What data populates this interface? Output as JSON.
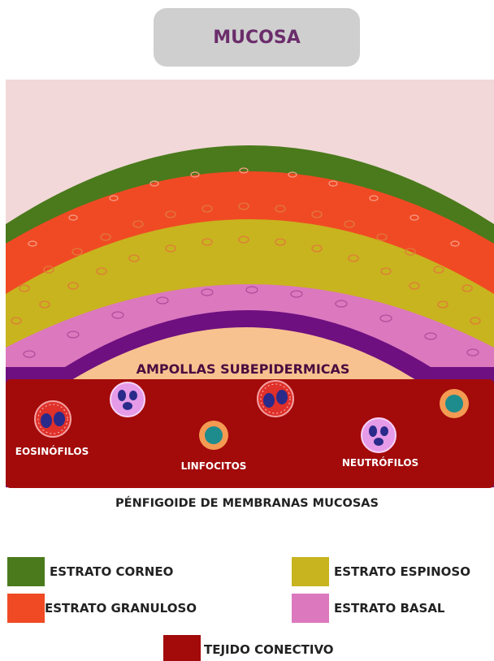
{
  "title": "MUCOSA",
  "blister_label": "AMPOLLAS SUBEPIDERMICAS",
  "cells": {
    "eosinophils": "EOSINÓFILOS",
    "lymphocytes": "LINFOCITOS",
    "neutrophils": "NEUTRÓFILOS"
  },
  "caption": "PÉNFIGOIDE DE MEMBRANAS MUCOSAS",
  "legend": [
    {
      "label": "ESTRATO CORNEO",
      "color": "#4a7a1c"
    },
    {
      "label": "ESTRATO ESPINOSO",
      "color": "#c8b41e"
    },
    {
      "label": "ESTRATO GRANULOSO",
      "color": "#f04a24"
    },
    {
      "label": "ESTRATO BASAL",
      "color": "#dc78be"
    },
    {
      "label": "TEJIDO CONECTIVO",
      "color": "#a30a0a"
    }
  ],
  "colors": {
    "background": "#f2d8d8",
    "basement_membrane": "#6e1080",
    "blister": "#f7c28f",
    "connective": "#a30a0a",
    "lymphocyte_ring": "#f49a52",
    "lymphocyte_nucleus": "#1e8c8c",
    "granule": "#e0302a",
    "nucleus_dark": "#2a2a8a",
    "neutrophil_cell": "#e59be8"
  }
}
